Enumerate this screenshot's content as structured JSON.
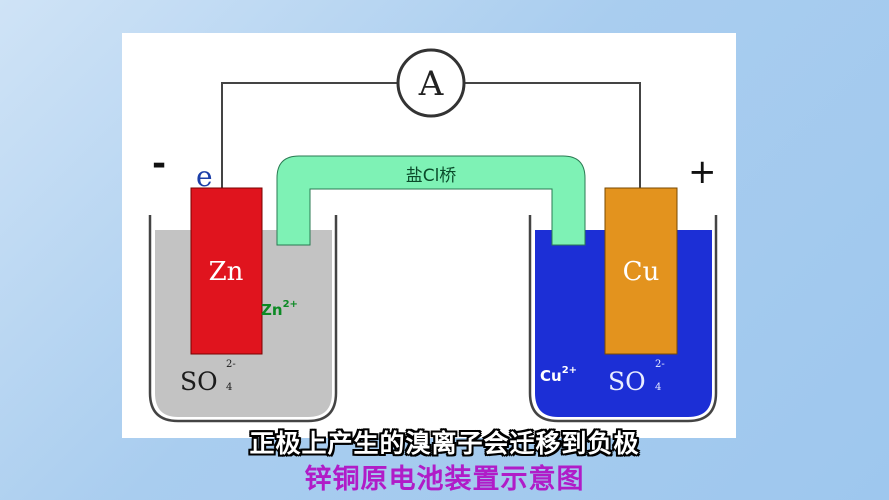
{
  "diagram": {
    "ammeter_symbol": "A",
    "negative_sign": "-",
    "positive_sign": "+",
    "electron_label": "e",
    "salt_bridge_label": "盐Cl桥",
    "left_electrode": "Zn",
    "right_electrode": "Cu",
    "left_ion": "Zn",
    "left_ion_charge": "2+",
    "right_ion": "Cu",
    "right_ion_charge": "2+",
    "anion_main": "SO",
    "anion_sub": "4",
    "anion_sup": "2-",
    "colors": {
      "zinc_electrode": "#e0141e",
      "copper_electrode": "#e3931e",
      "zinc_solution": "#c3c3c3",
      "copper_solution": "#1c2fd6",
      "salt_bridge": "#7ef2b5",
      "ion_label_green": "#0c8a24"
    }
  },
  "subtitle": "正极上产生的溴离子会迁移到负极",
  "caption": "锌铜原电池装置示意图"
}
